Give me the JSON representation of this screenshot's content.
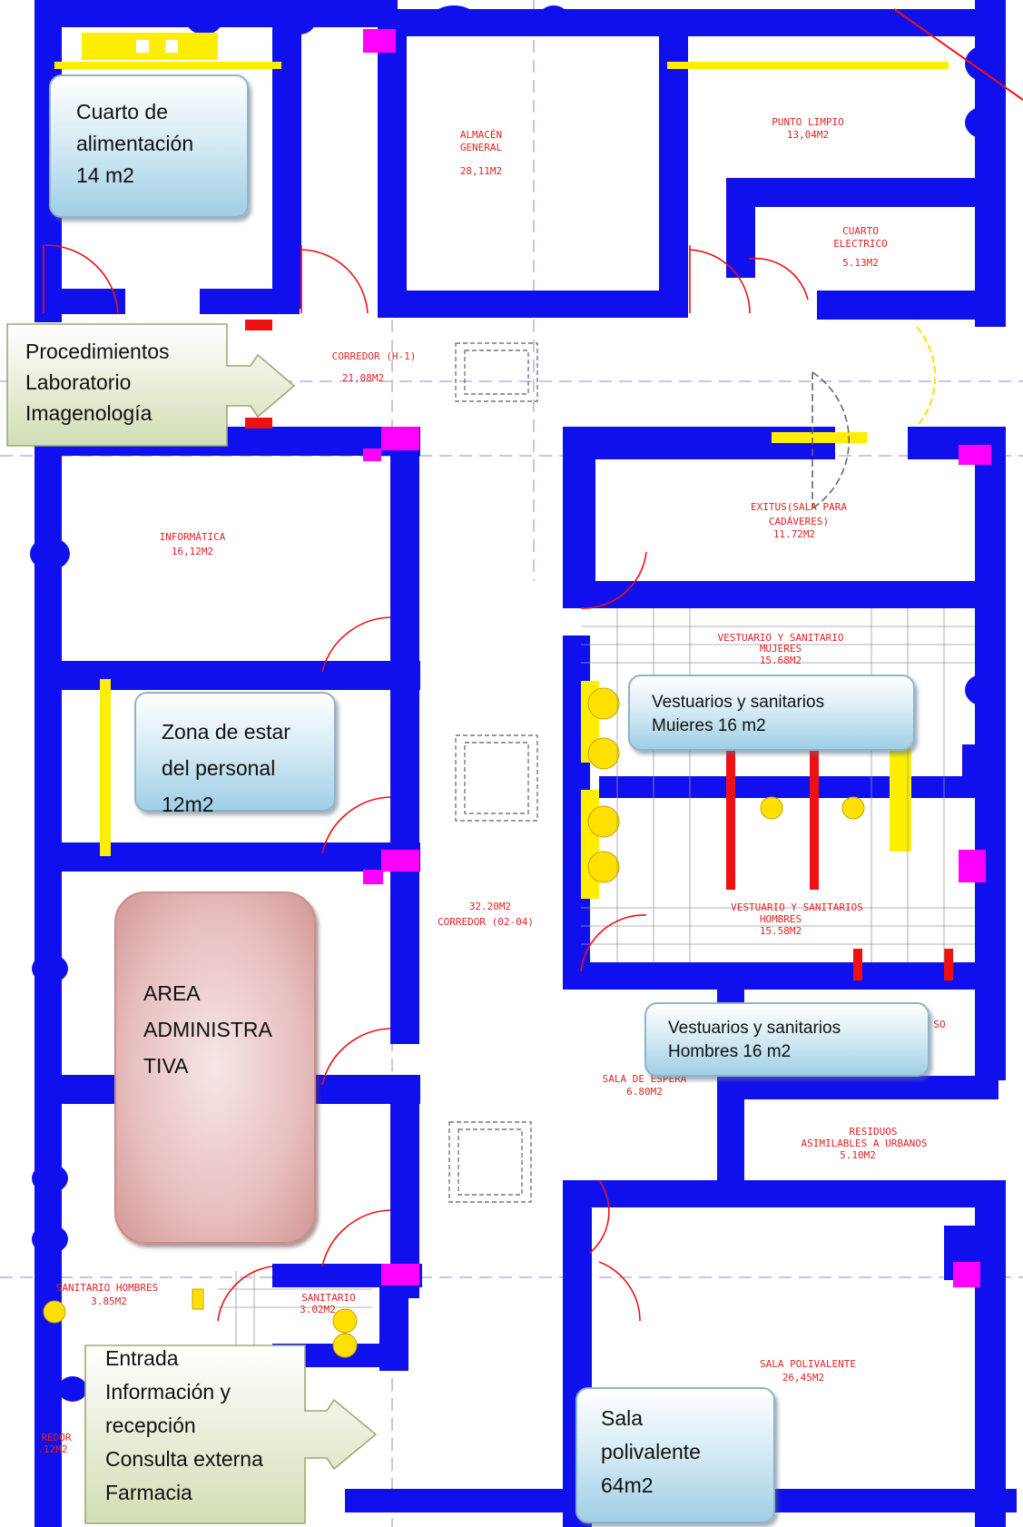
{
  "room_labels": {
    "almacen": [
      "ALMACÉN",
      "GENERAL",
      "28,11M2"
    ],
    "punto_limpio": [
      "PUNTO LIMPIO",
      "13,04M2"
    ],
    "cuarto_electrico": [
      "CUARTO",
      "ELECTRICO",
      "5.13M2"
    ],
    "corredor_h1": [
      "CORREDOR (H-1)",
      "21,08M2"
    ],
    "informatica": [
      "INFORMÁTICA",
      "16,12M2"
    ],
    "exitus": [
      "EXITUS(SALA PARA",
      "CADÁVERES)",
      "11.72M2"
    ],
    "vest_mujeres": [
      "VESTUARIO Y SANITARIO",
      "MUJERES",
      "15.68M2"
    ],
    "vest_hombres": [
      "VESTUARIO Y SANITARIOS",
      "HOMBRES",
      "15.58M2"
    ],
    "corredor_02": [
      "32.20M2",
      "CORREDOR (02-04)"
    ],
    "sala_espera": [
      "SALA DE ESPERA",
      "6.80M2"
    ],
    "residuos": [
      "RESIDUOS",
      "ASIMILABLES A URBANOS",
      "5.10M2"
    ],
    "sala_polivalente": [
      "SALA POLIVALENTE",
      "26,45M2"
    ],
    "sanitario_hombres": [
      "SANITARIO HOMBRES",
      "3.85M2"
    ],
    "sanitario": [
      "SANITARIO",
      "3.02M2"
    ],
    "corredor_left": [
      "REDOR",
      ".12M2"
    ],
    "so": "SO"
  },
  "callouts": {
    "cuarto_alimentacion": [
      "Cuarto de",
      "alimentación",
      "14 m2"
    ],
    "procedimientos": [
      "Procedimientos",
      "Laboratorio",
      "Imagenología"
    ],
    "zona_estar": [
      "Zona de estar",
      "del personal",
      "12m2"
    ],
    "vest_mujeres": [
      "Vestuarios y sanitarios",
      "Muieres 16 m2"
    ],
    "area_admin": [
      "AREA",
      "ADMINISTRA",
      "TIVA"
    ],
    "vest_hombres": [
      "Vestuarios y sanitarios",
      "Hombres 16 m2"
    ],
    "entrada": [
      "Entrada",
      "Información y",
      "recepción",
      "Consulta externa",
      "Farmacia"
    ],
    "sala_polivalente": [
      "Sala",
      "polivalente",
      "64m2"
    ]
  },
  "colors": {
    "wall": "#1010ee",
    "column": "#ff00ff",
    "door": "#ee1111",
    "furniture": "#ffee00",
    "label": "#e22222"
  }
}
